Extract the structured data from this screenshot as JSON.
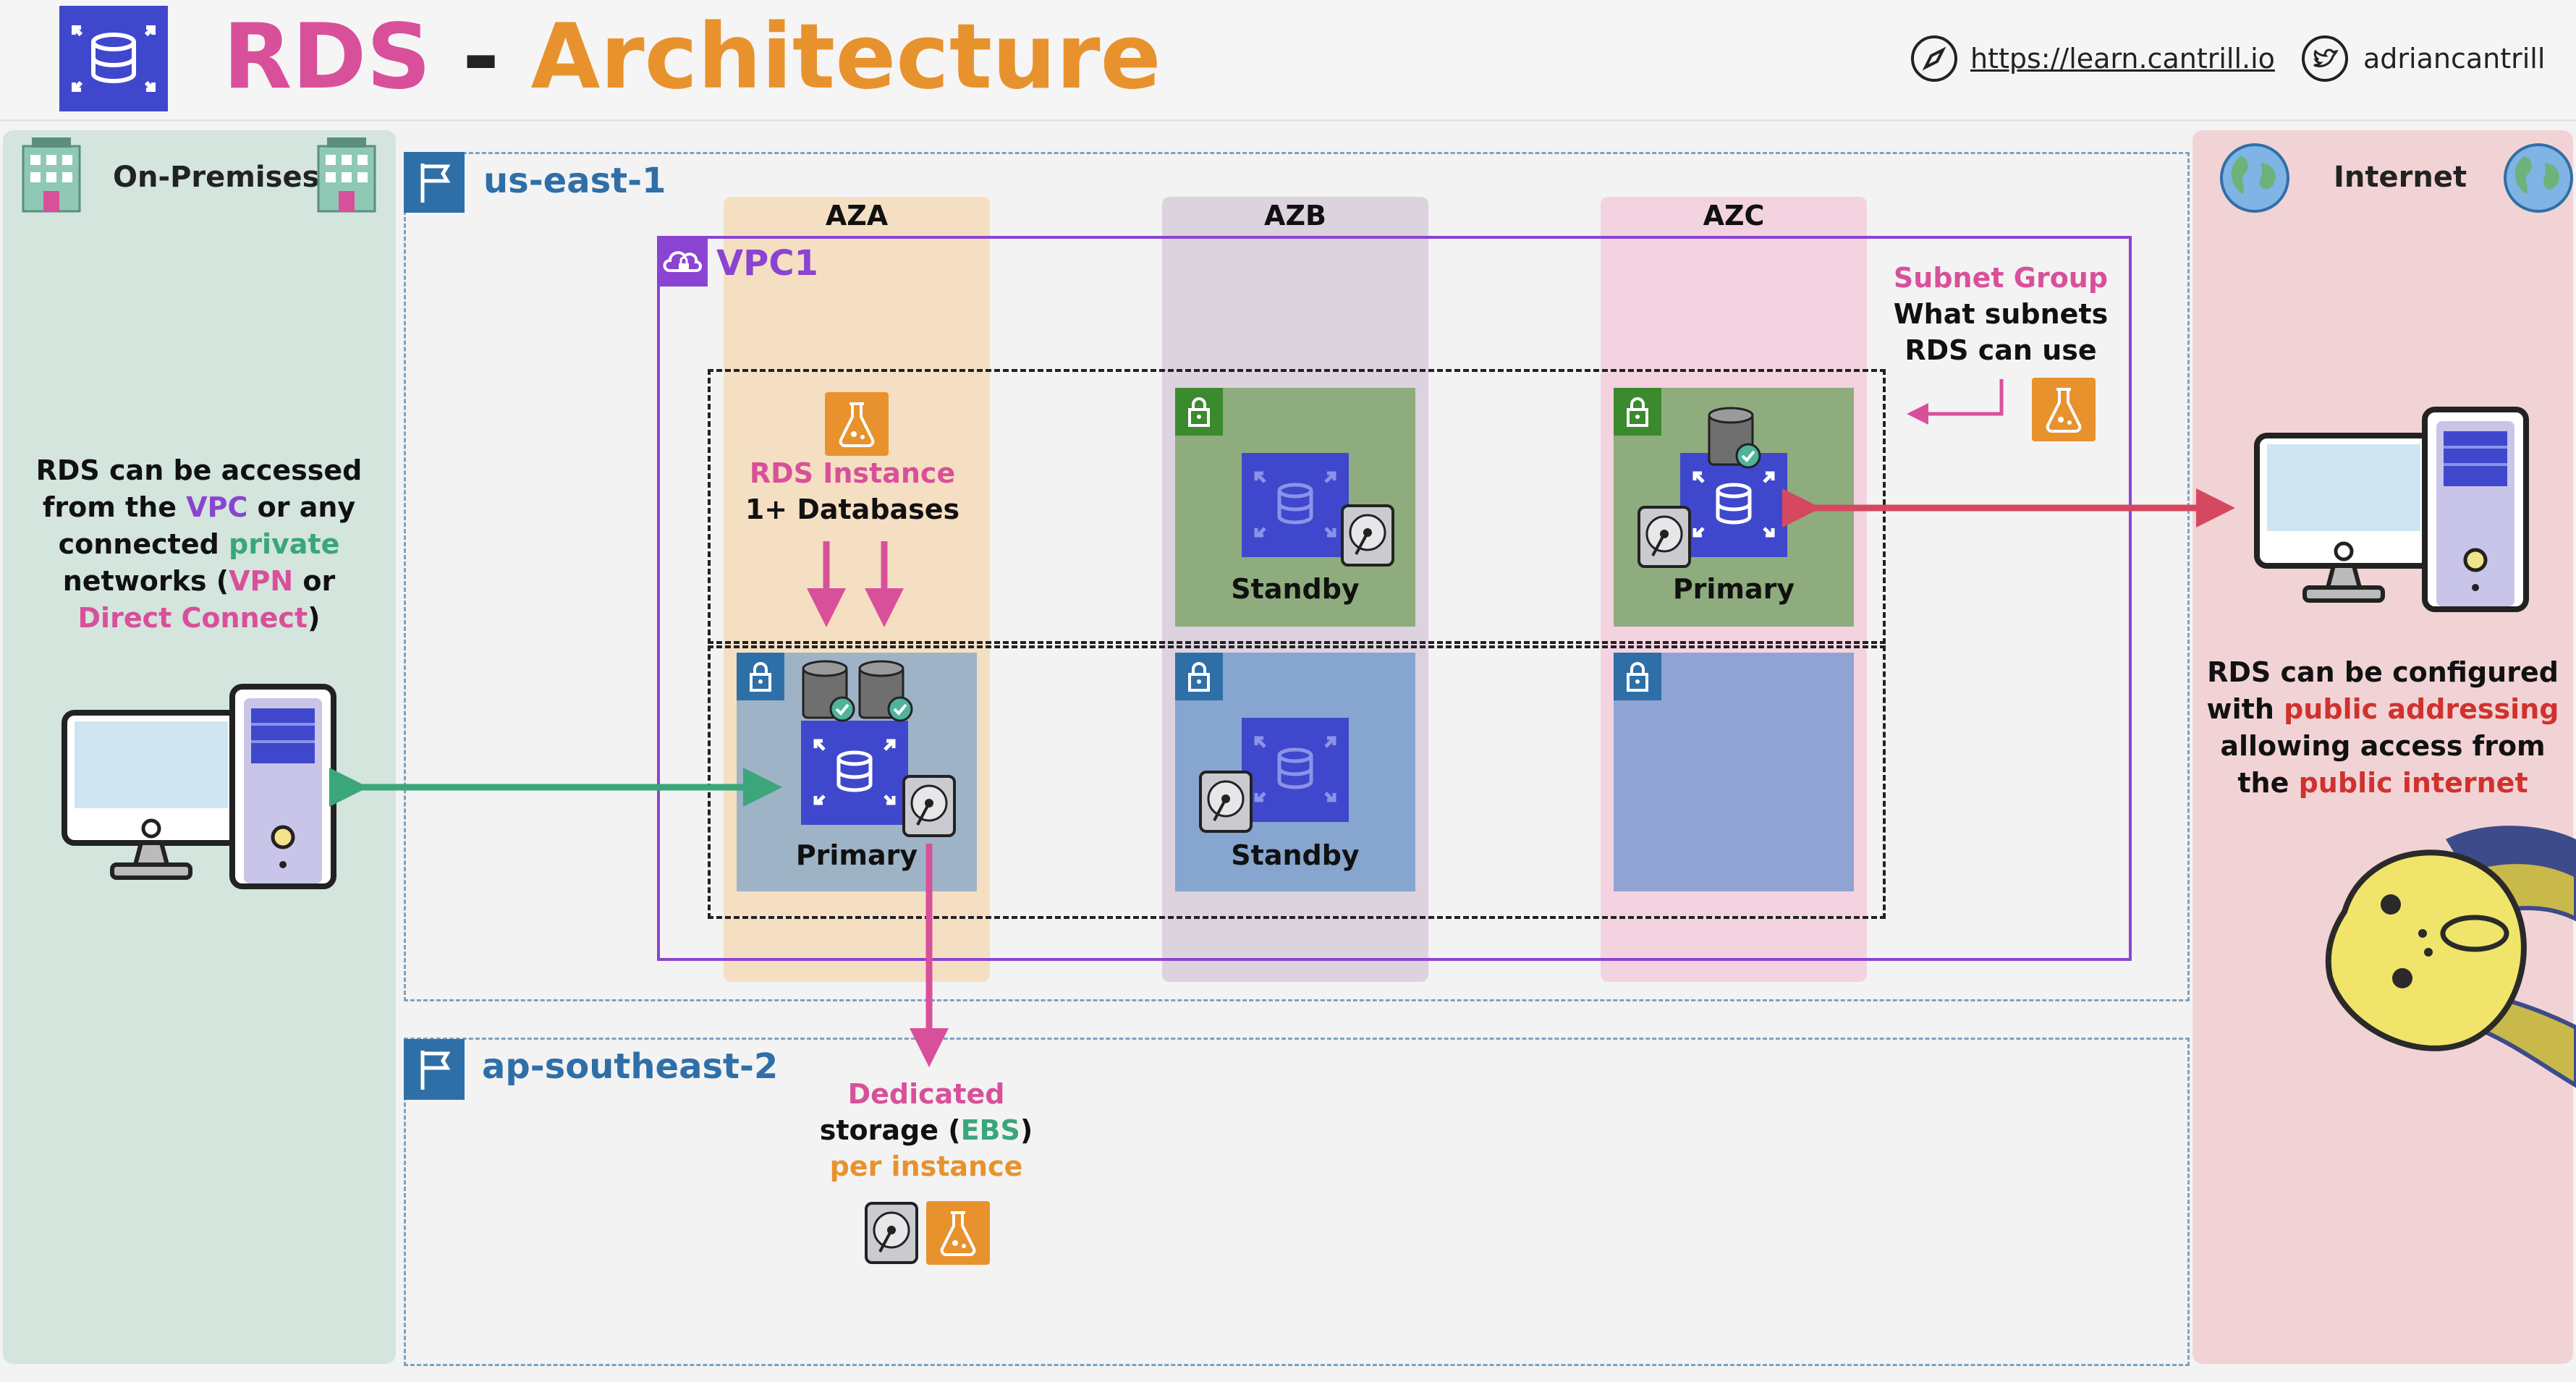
{
  "header": {
    "title_part1": "RDS",
    "title_sep": " - ",
    "title_part2": "Architecture",
    "website": "https://learn.cantrill.io",
    "twitter": "adriancantrill"
  },
  "on_premises": {
    "label": "On-Premises",
    "note": [
      "RDS can be accessed",
      "from the ",
      "VPC",
      " or any",
      "connected ",
      "private",
      "networks (",
      "VPN",
      " or",
      "Direct Connect",
      ")"
    ]
  },
  "internet": {
    "label": "Internet",
    "note": [
      "RDS can be configured",
      "with ",
      "public addressing",
      "allowing access from",
      "the ",
      "public internet"
    ]
  },
  "regions": {
    "primary": "us-east-1",
    "secondary": "ap-southeast-2"
  },
  "vpc": {
    "label": "VPC1"
  },
  "azs": [
    "AZA",
    "AZB",
    "AZC"
  ],
  "rds_instance": {
    "title": "RDS Instance",
    "subtitle": "1+ Databases"
  },
  "subnet_group": {
    "title": "Subnet Group",
    "line1": "What subnets",
    "line2": "RDS can use"
  },
  "instances": {
    "aza": "Primary",
    "azb_private": "Standby",
    "azb_public": "Standby",
    "azc": "Primary"
  },
  "storage": {
    "line1": "Dedicated",
    "line2a": "storage (",
    "line2b": "EBS",
    "line2c": ")",
    "line3": "per instance"
  },
  "colors": {
    "rds_pink": "#d9509a",
    "arch_orange": "#e8922e",
    "onprem_bg": "#d3e5dd",
    "internet_bg": "#f2d3d5",
    "region_blue": "#2f6fa8",
    "vpc_purple": "#8a44d1",
    "green_arrow": "#3aa67a",
    "red_arrow": "#d5485f",
    "db_blue": "#3f48cc"
  },
  "icons": [
    "database-icon",
    "building-icon",
    "globe-icon",
    "compass-icon",
    "twitter-icon",
    "flag-icon",
    "cloud-lock-icon",
    "flask-icon",
    "lock-icon",
    "hard-drive-icon",
    "computer-icon",
    "mascot-illustration"
  ]
}
